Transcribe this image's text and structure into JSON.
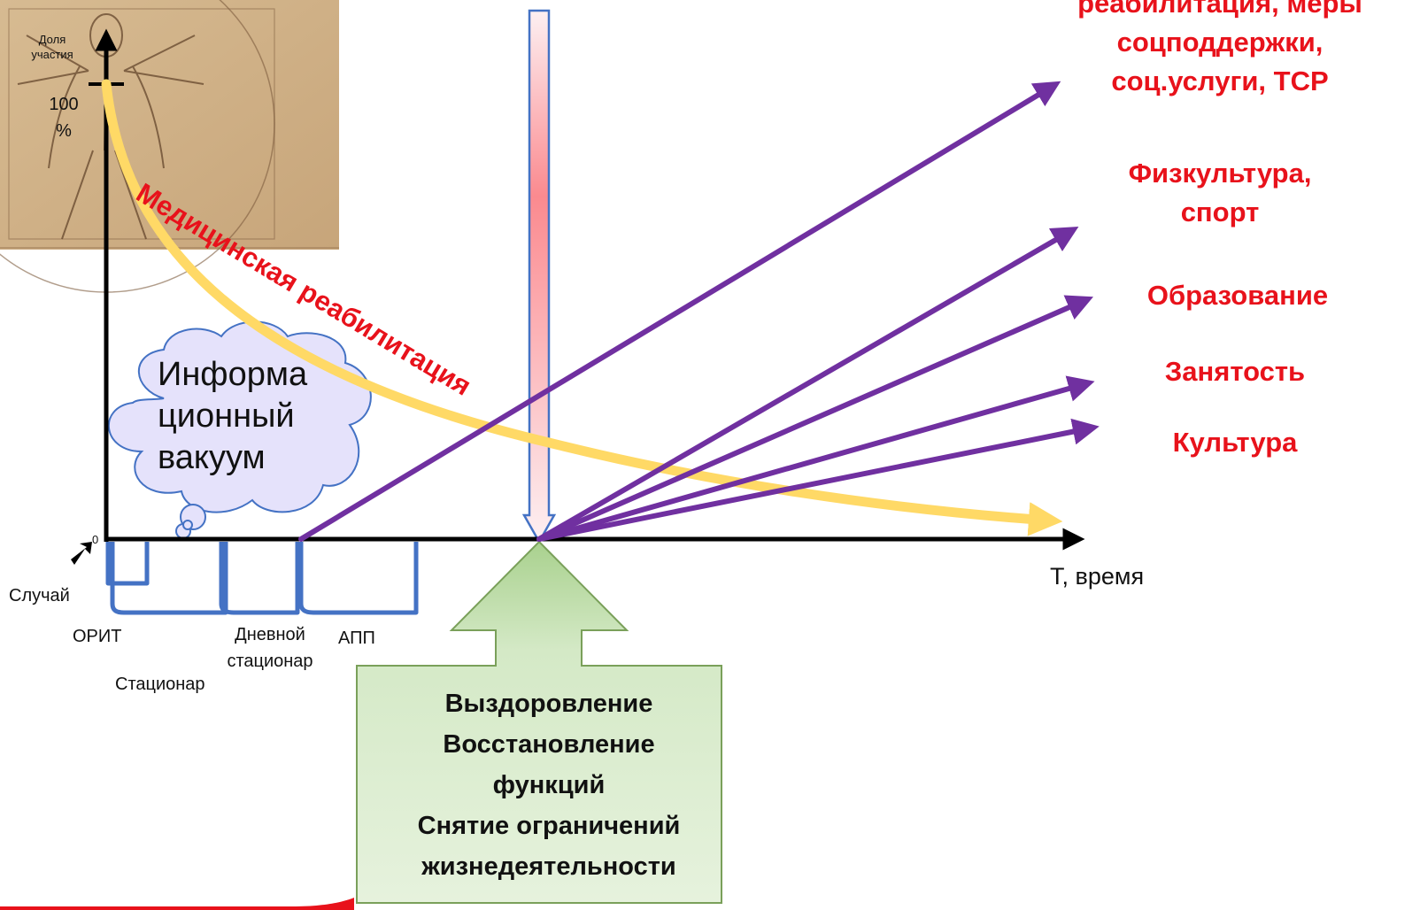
{
  "axis": {
    "y_label": "Доля участия",
    "y_max_label": "100 %",
    "origin_label": "0",
    "x_label": "Т, время"
  },
  "curve_label": "Медицинская реабилитация",
  "thought_bubble": "Информа\nционный\nвакуум",
  "stages": {
    "start": "Случай",
    "icu": "ОРИТ",
    "day_hospital": "Дневной\nстационар",
    "outpatient": "АПП",
    "hospital": "Стационар"
  },
  "outcome_box": "Выздоровление\nВосстановление\nфункций\nСнятие ограничений\nжизнедеятельности",
  "directions": [
    "реабилитация, меры\nсоцподдержки,\nсоц.услуги, ТСР",
    "Физкультура,\nспорт",
    "Образование",
    "Занятость",
    "Культура"
  ],
  "colors": {
    "directions": "#e8121b",
    "arrows": "#7030a0",
    "curve": "#ffd966",
    "stages": "#4472c4",
    "outcome_fill": "#d3e8c3",
    "outcome_border": "#7aa05a",
    "thought_fill": "#e5e2fb",
    "thought_border": "#4472c4"
  }
}
